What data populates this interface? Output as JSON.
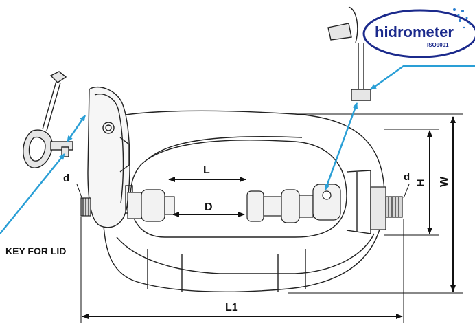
{
  "brand": {
    "name": "hidrometer",
    "cert": "ISO9001",
    "primary_color": "#1b2a8c",
    "accent_color": "#2a7fd0"
  },
  "labels": {
    "key_for_lid": "KEY FOR LID",
    "d_left": "d",
    "d_right": "d",
    "L": "L",
    "D": "D",
    "H": "H",
    "W": "W",
    "L1": "L1"
  },
  "colors": {
    "line": "#111111",
    "pointer": "#2a9fd6"
  }
}
